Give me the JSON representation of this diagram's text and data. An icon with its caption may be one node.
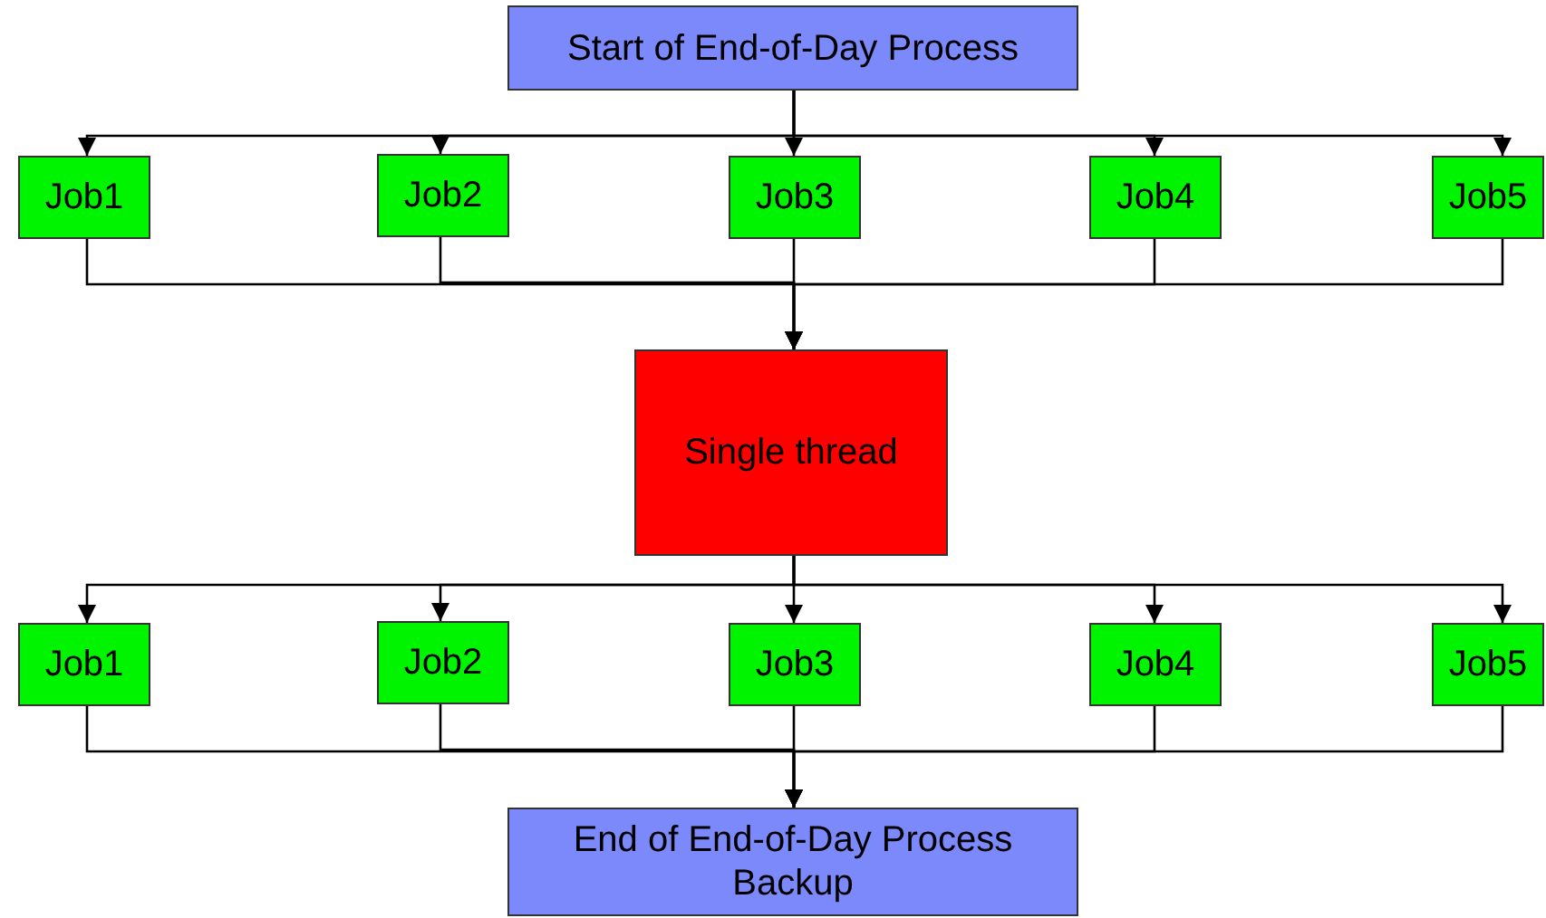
{
  "diagram": {
    "nodes": [
      {
        "text": [
          "Start of End-of-Day Process"
        ]
      },
      {
        "text": [
          "Job1"
        ]
      },
      {
        "text": [
          "Job2"
        ]
      },
      {
        "text": [
          "Job3"
        ]
      },
      {
        "text": [
          "Job4"
        ]
      },
      {
        "text": [
          "Job5"
        ]
      },
      {
        "text": [
          "Single thread"
        ]
      },
      {
        "text": [
          "Job1"
        ]
      },
      {
        "text": [
          "Job2"
        ]
      },
      {
        "text": [
          "Job3"
        ]
      },
      {
        "text": [
          "Job4"
        ]
      },
      {
        "text": [
          "Job5"
        ]
      },
      {
        "text": [
          "End of End-of-Day Process Backup"
        ]
      }
    ],
    "edges": [
      {
        "from": 0,
        "to": 1,
        "arrow": "to"
      },
      {
        "from": 0,
        "to": 2,
        "arrow": "to"
      },
      {
        "from": 0,
        "to": 3,
        "arrow": "to"
      },
      {
        "from": 0,
        "to": 4,
        "arrow": "to"
      },
      {
        "from": 0,
        "to": 5,
        "arrow": "to"
      },
      {
        "from": 1,
        "to": 6,
        "arrow": "to"
      },
      {
        "from": 2,
        "to": 6,
        "arrow": "to"
      },
      {
        "from": 3,
        "to": 6,
        "arrow": "to"
      },
      {
        "from": 4,
        "to": 6,
        "arrow": "to"
      },
      {
        "from": 5,
        "to": 6,
        "arrow": "to"
      },
      {
        "from": 6,
        "to": 7,
        "arrow": "to"
      },
      {
        "from": 6,
        "to": 8,
        "arrow": "to"
      },
      {
        "from": 6,
        "to": 9,
        "arrow": "to"
      },
      {
        "from": 6,
        "to": 10,
        "arrow": "to"
      },
      {
        "from": 6,
        "to": 11,
        "arrow": "to"
      },
      {
        "from": 7,
        "to": 12,
        "arrow": "to"
      },
      {
        "from": 8,
        "to": 12,
        "arrow": "to"
      },
      {
        "from": 9,
        "to": 12,
        "arrow": "to"
      },
      {
        "from": 10,
        "to": 12,
        "arrow": "to"
      },
      {
        "from": 11,
        "to": 12,
        "arrow": "to"
      }
    ]
  }
}
